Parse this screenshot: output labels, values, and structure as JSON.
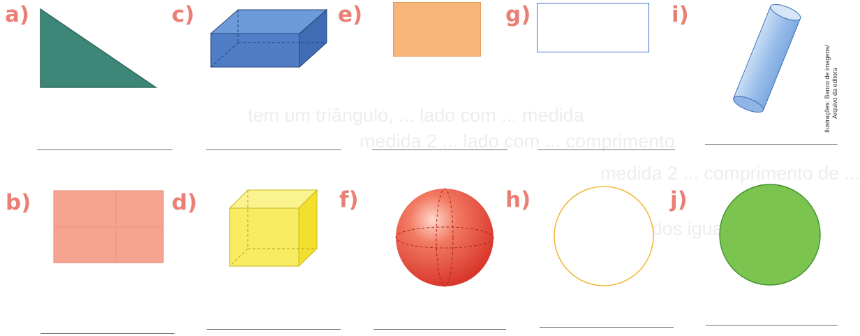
{
  "labels": {
    "a": "a)",
    "b": "b)",
    "c": "c)",
    "d": "d)",
    "e": "e)",
    "f": "f)",
    "g": "g)",
    "h": "h)",
    "i": "i)",
    "j": "j)"
  },
  "credit": {
    "line1": "Ilustrações: Banco de imagens/",
    "line2": "Arquivo da editora"
  },
  "show_through": {
    "line1": "tem um triângulo, ... lado com ... medida",
    "line2": "medida 2 ... lado com ... comprimento",
    "line3": "medida 2 ... comprimento de ...",
    "line4": "2 lados iguais"
  },
  "colors": {
    "label": "#ea7f76",
    "triangle": "#3e8677",
    "box_blue": "#4c78c0",
    "rect_orange": "#f8b57a",
    "rect_outline": "#3a73c8",
    "cylinder": "#a8c8ee",
    "rect_pink": "#f6a390",
    "cube_yellow": "#f5e84e",
    "sphere_red": "#e8483a",
    "circle_outline": "#f2b93c",
    "circle_green": "#7cc450"
  },
  "shapes": {
    "a": "triangle-flat",
    "b": "rectangle-flat",
    "c": "rectangular-prism",
    "d": "cube",
    "e": "rectangle-flat",
    "f": "sphere",
    "g": "rectangle-outline",
    "h": "circle-outline",
    "i": "cylinder",
    "j": "circle-flat"
  }
}
